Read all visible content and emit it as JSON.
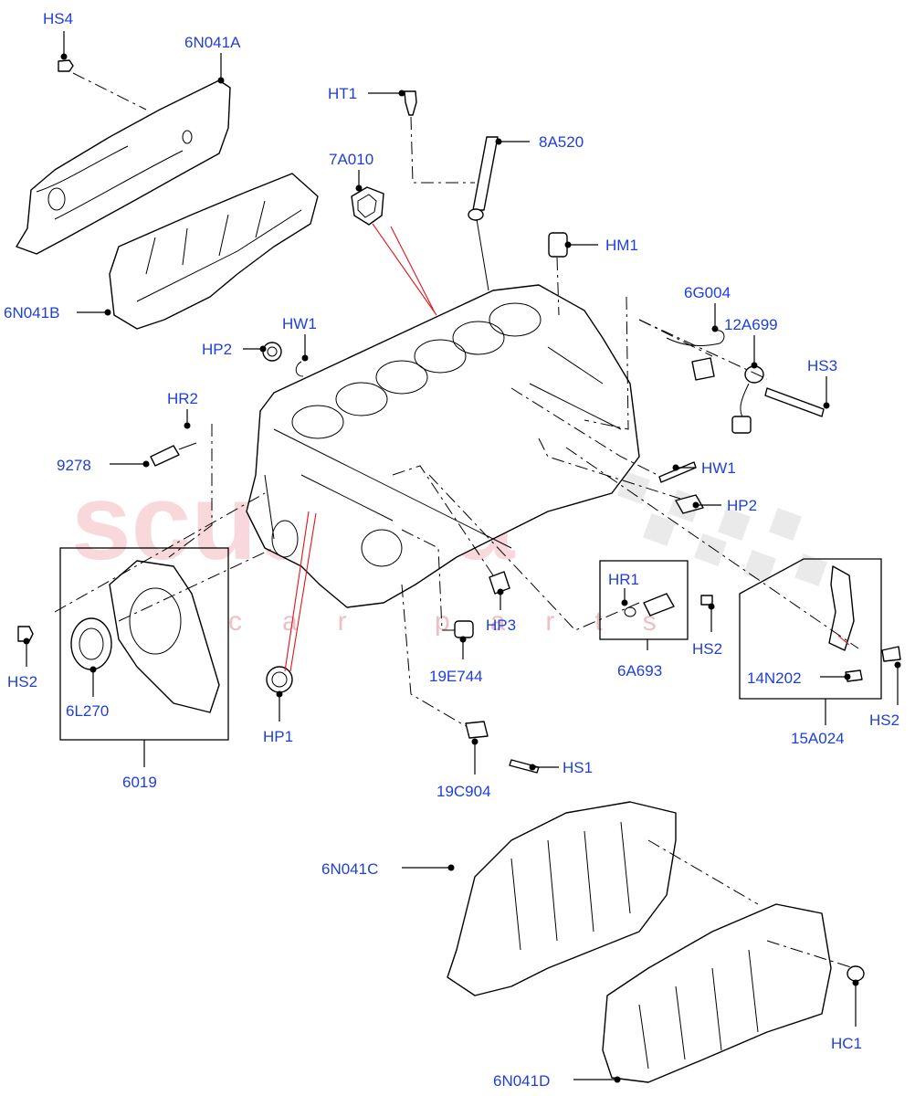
{
  "watermark": {
    "brand": "scuderia",
    "sub": "car parts",
    "color": "#f4b9bd"
  },
  "label_color": "#1f3fd9",
  "labels": {
    "HS4": "HS4",
    "6N041A": "6N041A",
    "HT1": "HT1",
    "8A520": "8A520",
    "7A010": "7A010",
    "HM1": "HM1",
    "6N041B": "6N041B",
    "6G004": "6G004",
    "HW1_top": "HW1",
    "HP2_top": "HP2",
    "12A699": "12A699",
    "HS3": "HS3",
    "HR2": "HR2",
    "9278": "9278",
    "HW1_right": "HW1",
    "HP2_right": "HP2",
    "HR1": "HR1",
    "HP3": "HP3",
    "HS2_mid": "HS2",
    "6A693": "6A693",
    "19E744": "19E744",
    "14N202": "14N202",
    "HS2_right": "HS2",
    "15A024": "15A024",
    "HS2_left": "HS2",
    "6L270": "6L270",
    "HP1": "HP1",
    "6019": "6019",
    "HS1": "HS1",
    "19C904": "19C904",
    "6N041C": "6N041C",
    "HC1": "HC1",
    "6N041D": "6N041D"
  }
}
